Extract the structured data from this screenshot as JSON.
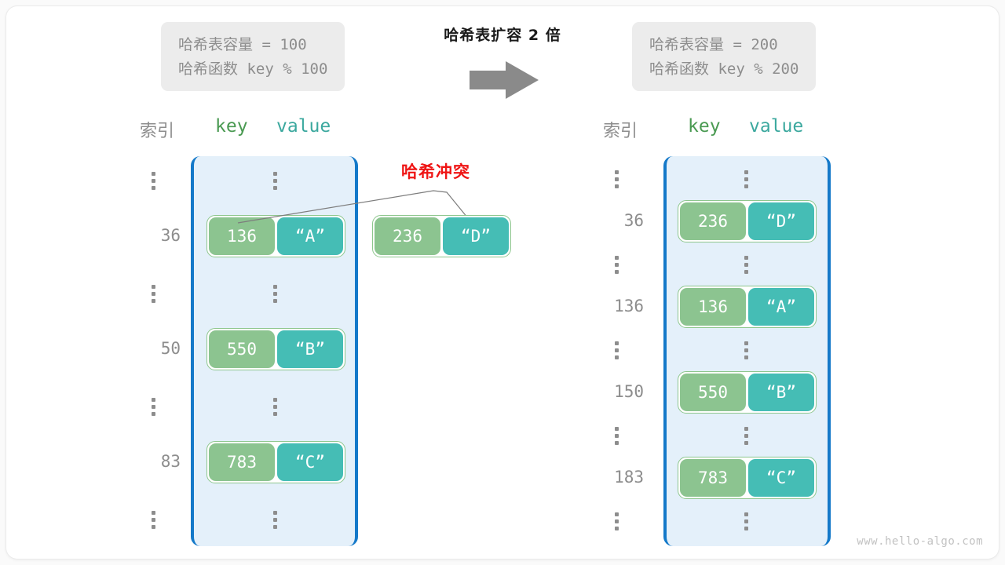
{
  "watermark": "www.hello-algo.com",
  "center": {
    "title": "哈希表扩容 2 倍",
    "arrow_icon": "right-arrow-icon"
  },
  "left_spec": {
    "capacity_line": "哈希表容量 = 100",
    "hash_line": "哈希函数 key % 100"
  },
  "right_spec": {
    "capacity_line": "哈希表容量 = 200",
    "hash_line": "哈希函数 key % 200"
  },
  "headers": {
    "index": "索引",
    "key": "key",
    "value": "value"
  },
  "collision": {
    "label": "哈希冲突",
    "key": "236",
    "value": "“D”"
  },
  "left_table": {
    "rows": [
      {
        "index": "⋮",
        "type": "dots"
      },
      {
        "index": "36",
        "type": "entry",
        "key": "136",
        "value": "“A”"
      },
      {
        "index": "⋮",
        "type": "dots"
      },
      {
        "index": "50",
        "type": "entry",
        "key": "550",
        "value": "“B”"
      },
      {
        "index": "⋮",
        "type": "dots"
      },
      {
        "index": "83",
        "type": "entry",
        "key": "783",
        "value": "“C”"
      },
      {
        "index": "⋮",
        "type": "dots"
      }
    ]
  },
  "right_table": {
    "rows": [
      {
        "index": "⋮",
        "type": "dots"
      },
      {
        "index": "36",
        "type": "entry",
        "key": "236",
        "value": "“D”"
      },
      {
        "index": "⋮",
        "type": "dots"
      },
      {
        "index": "136",
        "type": "entry",
        "key": "136",
        "value": "“A”"
      },
      {
        "index": "⋮",
        "type": "dots"
      },
      {
        "index": "150",
        "type": "entry",
        "key": "550",
        "value": "“B”"
      },
      {
        "index": "⋮",
        "type": "dots"
      },
      {
        "index": "183",
        "type": "entry",
        "key": "783",
        "value": "“C”"
      },
      {
        "index": "⋮",
        "type": "dots"
      }
    ]
  },
  "colors": {
    "key_fill": "#8cc490",
    "value_fill": "#45bdb5",
    "bucket_fill": "#e4f0fa",
    "bucket_border": "#1479c9",
    "collision_red": "#ef1515",
    "spec_bg": "#ececec"
  }
}
